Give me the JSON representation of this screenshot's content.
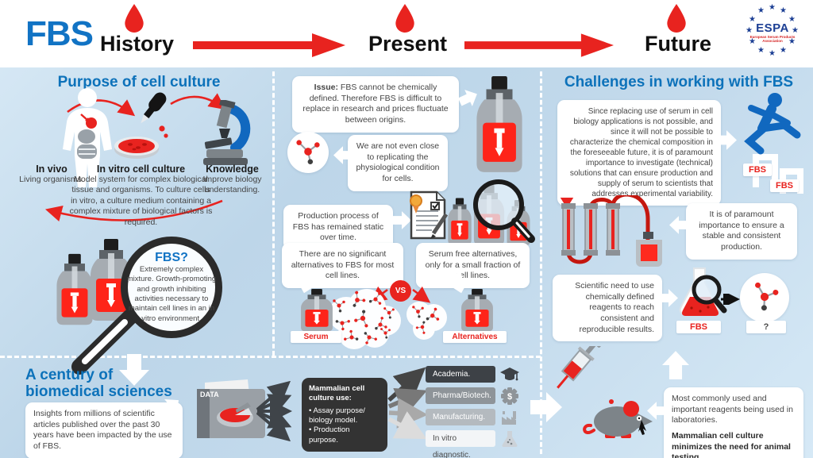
{
  "header": {
    "logo": "FBS",
    "stages": [
      "History",
      "Present",
      "Future"
    ],
    "espa_name": "ESPA",
    "espa_sub": "European Serum Products Association"
  },
  "left": {
    "purpose_title": "Purpose of cell culture",
    "invivo_title": "In vivo",
    "invivo_text": "Living organisms.",
    "invitro_title": "In vitro cell culture",
    "invitro_text": "Model system for complex biological tissue and organisms. To culture cells in vitro, a culture medium containing a complex mixture of biological factors is required.",
    "knowledge_title": "Knowledge",
    "knowledge_text": "Improve biology understanding.",
    "fbsq_title": "FBS?",
    "fbsq_text": "Extremely complex mixture. Growth-promoting and growth inhibiting activities necessary to maintain cell lines in an in vitro environment.",
    "century_title": "A century of biomedical sciences",
    "century_text": "Insights from millions of scientific articles published over the past 30 years have been impacted by the use of FBS.",
    "data_label": "DATA"
  },
  "middle": {
    "issue_label": "Issue:",
    "issue_text": " FBS cannot be chemically defined. Therefore FBS is difficult to replace in research and prices fluctuate between origins.",
    "notclose_text": "We are not even close to replicating the physiological condition for cells.",
    "production_text": "Production process of FBS has remained static over time.",
    "noalt_text": "There are no significant alternatives to FBS for most cell lines.",
    "serumfree_text": "Serum free alternatives, only for a small fraction of cell lines.",
    "vs_label": "VS",
    "serum_label": "Serum",
    "alternatives_label": "Alternatives",
    "mammalian_title": "Mammalian cell culture use:",
    "mammalian_bullets": [
      "• Assay purpose/ biology model.",
      "• Production purpose."
    ],
    "categories": [
      "Academia.",
      "Pharma/Biotech.",
      "Manufacturing.",
      "In vitro diagnostic."
    ]
  },
  "right": {
    "title": "Challenges in working with FBS",
    "challenge_text": "Since replacing use of serum in cell biology applications is not possible, and since it will not be possible to characterize the chemical composition in the foreseeable future, it is of paramount importance to investigate (technical) solutions that can ensure production and supply of serum to scientists that addresses experimental variability.",
    "hurdle_labels": [
      "FBS",
      "FBS"
    ],
    "stable_text": "It is of paramount importance to ensure a stable and consistent production.",
    "reagents_text": "Scientific need to use chemically defined reagents to reach consistent and reproducible results.",
    "flask_label": "FBS",
    "question_label": "?",
    "animal_text_1": "Most commonly used and important reagents being used in laboratories.",
    "animal_text_2": "Mammalian cell culture minimizes the need for animal testing."
  },
  "colors": {
    "red": "#e8231f",
    "logo_blue": "#1173c4",
    "heading_blue": "#0d72ba",
    "espa_blue": "#1c3f94",
    "background_light": "#d9eaf6",
    "background_mid": "#bdd6e9"
  }
}
